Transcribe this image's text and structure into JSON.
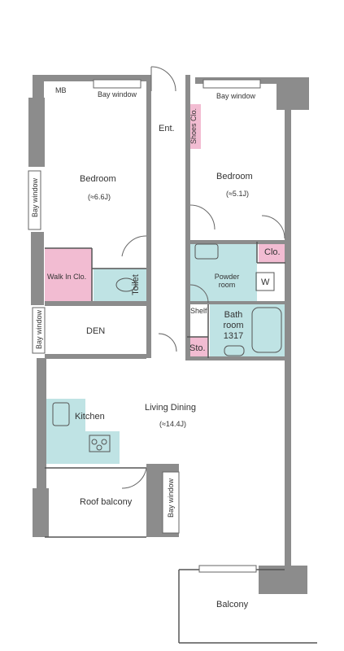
{
  "colors": {
    "wall": "#8c8c8c",
    "wet_area": "#bfe3e4",
    "closet": "#f2bcd2",
    "line": "#555555"
  },
  "labels": {
    "mb": "MB",
    "bay_window_top_left": "Bay window",
    "bay_window_top_right": "Bay window",
    "ent": "Ent.",
    "shoes_clo": "Shoes Clo.",
    "bedroom_left": "Bedroom",
    "bedroom_left_size": "(≈6.6J)",
    "bedroom_right": "Bedroom",
    "bedroom_right_size": "(≈5.1J)",
    "bay_window_left_upper": "Bay window",
    "bay_window_left_lower": "Bay window",
    "walk_in_clo": "Walk In Clo.",
    "toilet": "Toilet",
    "clo": "Clo.",
    "powder_room": "Powder room",
    "washer": "W",
    "shelf": "Shelf",
    "bathroom": "Bath room 1317",
    "sto": "Sto.",
    "den": "DEN",
    "kitchen": "Kitchen",
    "living_dining": "Living Dining",
    "living_dining_size": "(≈14.4J)",
    "roof_balcony": "Roof balcony",
    "bay_window_roof": "Bay window",
    "balcony": "Balcony"
  }
}
